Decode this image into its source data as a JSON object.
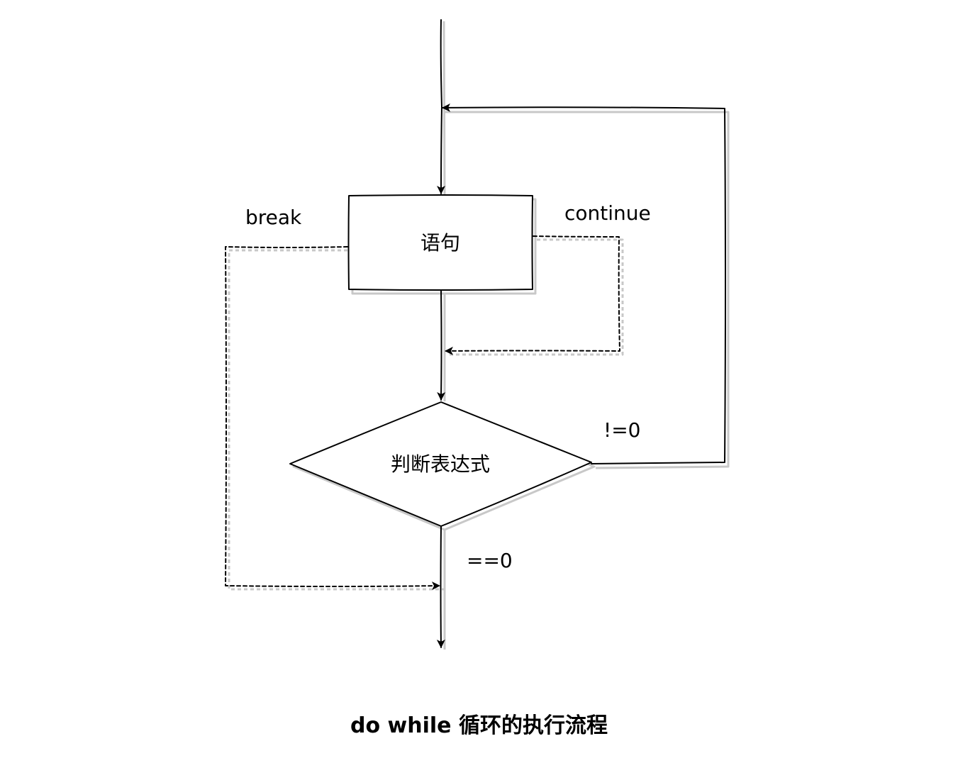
{
  "nodes": {
    "statement": {
      "label": "语句"
    },
    "condition": {
      "label": "判断表达式"
    }
  },
  "edges": {
    "break_label": "break",
    "continue_label": "continue",
    "true_label": "!=0",
    "false_label": "==0"
  },
  "caption": "do while 循环的执行流程",
  "colors": {
    "stroke": "#000000",
    "shadow": "#c8c8c8",
    "background": "#ffffff"
  }
}
